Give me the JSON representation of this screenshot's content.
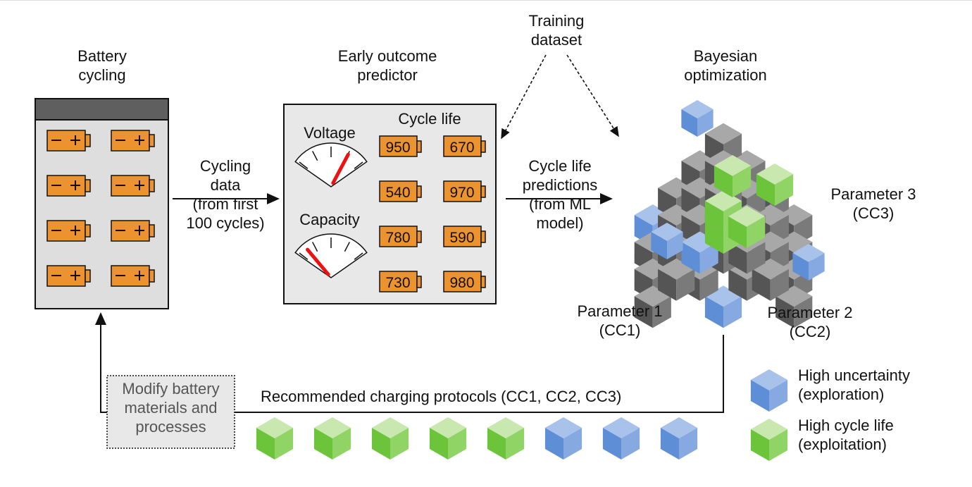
{
  "battery_cycling": {
    "title_line1": "Battery",
    "title_line2": "cycling",
    "cell_count": 8
  },
  "arrow1": {
    "line1": "Cycling",
    "line2": "data",
    "line3": "(from first",
    "line4": "100 cycles)"
  },
  "predictor": {
    "title_line1": "Early outcome",
    "title_line2": "predictor",
    "voltage_label": "Voltage",
    "capacity_label": "Capacity",
    "cycle_life_label": "Cycle life",
    "cycle_life_values": [
      "950",
      "670",
      "540",
      "970",
      "780",
      "590",
      "730",
      "980"
    ]
  },
  "training": {
    "line1": "Training",
    "line2": "dataset"
  },
  "arrow2": {
    "line1": "Cycle life",
    "line2": "predictions",
    "line3": "(from ML",
    "line4": "model)"
  },
  "bayes": {
    "title_line1": "Bayesian",
    "title_line2": "optimization"
  },
  "params": {
    "p1_line1": "Parameter 1",
    "p1_line2": "(CC1)",
    "p2_line1": "Parameter 2",
    "p2_line2": "(CC2)",
    "p3_line1": "Parameter 3",
    "p3_line2": "(CC3)"
  },
  "feedback": {
    "line1": "Modify battery",
    "line2": "materials and",
    "line3": "processes"
  },
  "recommended": {
    "label": "Recommended charging protocols (CC1, CC2, CC3)",
    "cubes": [
      "green",
      "green",
      "green",
      "green",
      "green",
      "blue",
      "blue",
      "blue"
    ]
  },
  "legend": {
    "uncertainty_line1": "High uncertainty",
    "uncertainty_line2": "(exploration)",
    "cyclelife_line1": "High cycle life",
    "cyclelife_line2": "(exploitation)"
  },
  "colors": {
    "orange": "#ec9330",
    "green": "#6cc43a",
    "blue": "#6a97d8",
    "gray": "#7a7a7a",
    "needle": "#ee1111"
  }
}
